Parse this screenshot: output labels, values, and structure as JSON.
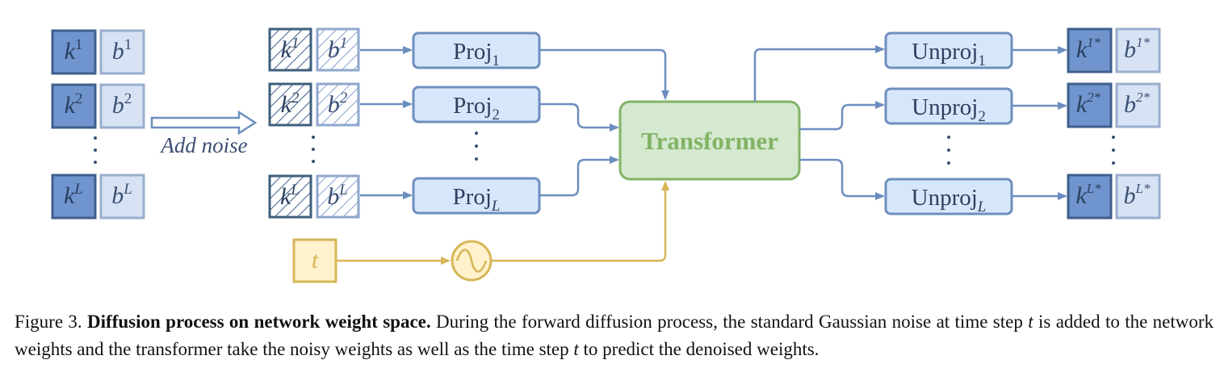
{
  "diagram": {
    "input_kernels": [
      "k",
      "k",
      "k"
    ],
    "input_kernel_sups": [
      "1",
      "2",
      "L"
    ],
    "input_biases": [
      "b",
      "b",
      "b"
    ],
    "input_bias_sups": [
      "1",
      "2",
      "L"
    ],
    "add_noise_label": "Add noise",
    "proj_label": "Proj",
    "proj_subs": [
      "1",
      "2",
      "L"
    ],
    "transformer_label": "Transformer",
    "unproj_label": "Unproj",
    "unproj_subs": [
      "1",
      "2",
      "L"
    ],
    "output_kernel_sups": [
      "1*",
      "2*",
      "L*"
    ],
    "output_bias_sups": [
      "1*",
      "2*",
      "L*"
    ],
    "time_label": "t",
    "colors": {
      "kernel_fill": "#6f94ce",
      "kernel_stroke": "#3f5f8c",
      "bias_fill": "#d7e3f5",
      "bias_stroke": "#9aaecd",
      "proj_fill": "#d7e7fb",
      "proj_stroke": "#6e8fbd",
      "transformer_fill": "#d4e9cf",
      "transformer_stroke": "#82b366",
      "transformer_text": "#82b366",
      "time_fill": "#fff2cc",
      "time_stroke": "#d6b656",
      "arrow_blue": "#6c8ebf",
      "arrow_gold": "#d6b656",
      "text_blue": "#3b4f73"
    }
  },
  "caption": {
    "figure_label": "Figure 3.",
    "title": "Diffusion process on network weight space.",
    "body_a": "During the forward diffusion process, the standard Gaussian noise at time step",
    "var_t1": "t",
    "body_b": "is added to the network weights and the transformer take the noisy weights as well as the time step",
    "var_t2": "t",
    "body_c": "to predict the denoised weights."
  }
}
